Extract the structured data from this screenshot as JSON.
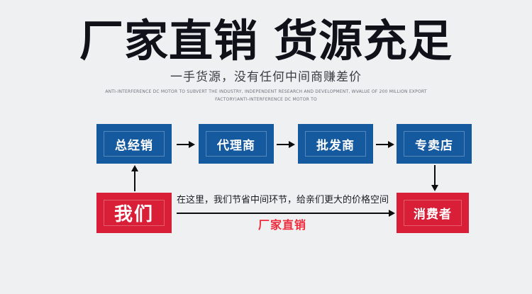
{
  "banner": {
    "background_color": "#eff0f2",
    "headline": {
      "left": "厂家直销",
      "right": "货源充足",
      "color": "#101119"
    },
    "subhead": "一手货源，没有任何中间商赚差价",
    "english_lines": [
      "ANTI-INTERFERENCE DC MOTOR TO SUBVERT THE INDUSTRY, INDEPENDENT RESEARCH AND DEVELOPMENT, WVALUE OF 200 MILLION EXPORT",
      "FACTORY)ANTI-INTERFERENCE DC MOTOR TO"
    ]
  },
  "colors": {
    "blue": "#15599f",
    "red": "#d91f38",
    "tagline_red": "#ef2b3c",
    "arrow": "#0d0d0d"
  },
  "flow": {
    "chain": [
      {
        "label": "总经销",
        "color": "#15599f"
      },
      {
        "label": "代理商",
        "color": "#15599f"
      },
      {
        "label": "批发商",
        "color": "#15599f"
      },
      {
        "label": "专卖店",
        "color": "#15599f"
      }
    ],
    "us": {
      "label": "我们",
      "color": "#d91f38"
    },
    "consumer": {
      "label": "消费者",
      "color": "#d91f38"
    },
    "middle_note": "在这里，我们节省中间环节，给亲们更大的价格空间",
    "middle_tagline": "厂家直销"
  }
}
